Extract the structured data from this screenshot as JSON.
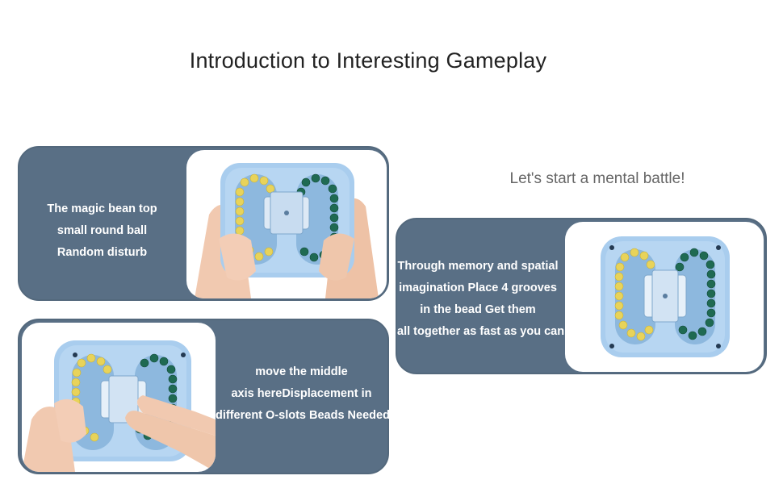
{
  "page": {
    "title": "Introduction to Interesting Gameplay",
    "tagline": "Let's start a mental battle!"
  },
  "cards": [
    {
      "lines": [
        "The magic bean top",
        "small round ball",
        "Random disturb"
      ]
    },
    {
      "lines": [
        "Through memory and spatial",
        "imagination Place 4 grooves",
        "in the bead Get them",
        "all together as fast as you can"
      ]
    },
    {
      "lines": [
        "move the middle",
        "axis hereDisplacement in",
        "different O-slots Beads Needed"
      ]
    }
  ],
  "colors": {
    "card_background": "#596f85",
    "puzzle_body": "#a9cdee",
    "bead_yellow": "#e8d35a",
    "bead_green": "#1f6a52",
    "skin": "#f1c9b0"
  },
  "icons": [
    "magic-bean-puzzle-in-hands-image",
    "magic-bean-puzzle-image",
    "hand-sliding-axis-image"
  ]
}
